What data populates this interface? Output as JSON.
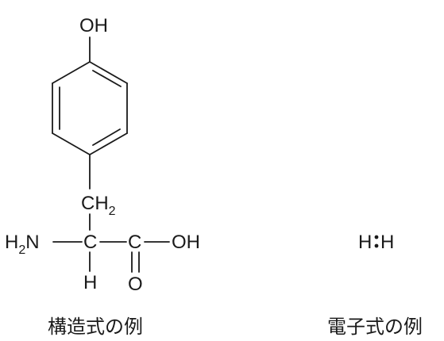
{
  "structural_formula": {
    "atoms": {
      "hydroxyl_top": "OH",
      "methylene_c": "CH",
      "methylene_sub": "2",
      "amino_h": "H",
      "amino_sub": "2",
      "amino_n": "N",
      "alpha_c": "C",
      "alpha_h": "H",
      "carboxyl_c": "C",
      "carboxyl_oh": "OH",
      "carbonyl_o": "O"
    },
    "caption": "構造式の例"
  },
  "electron_formula": {
    "left_atom": "H",
    "right_atom": "H",
    "caption": "電子式の例"
  }
}
